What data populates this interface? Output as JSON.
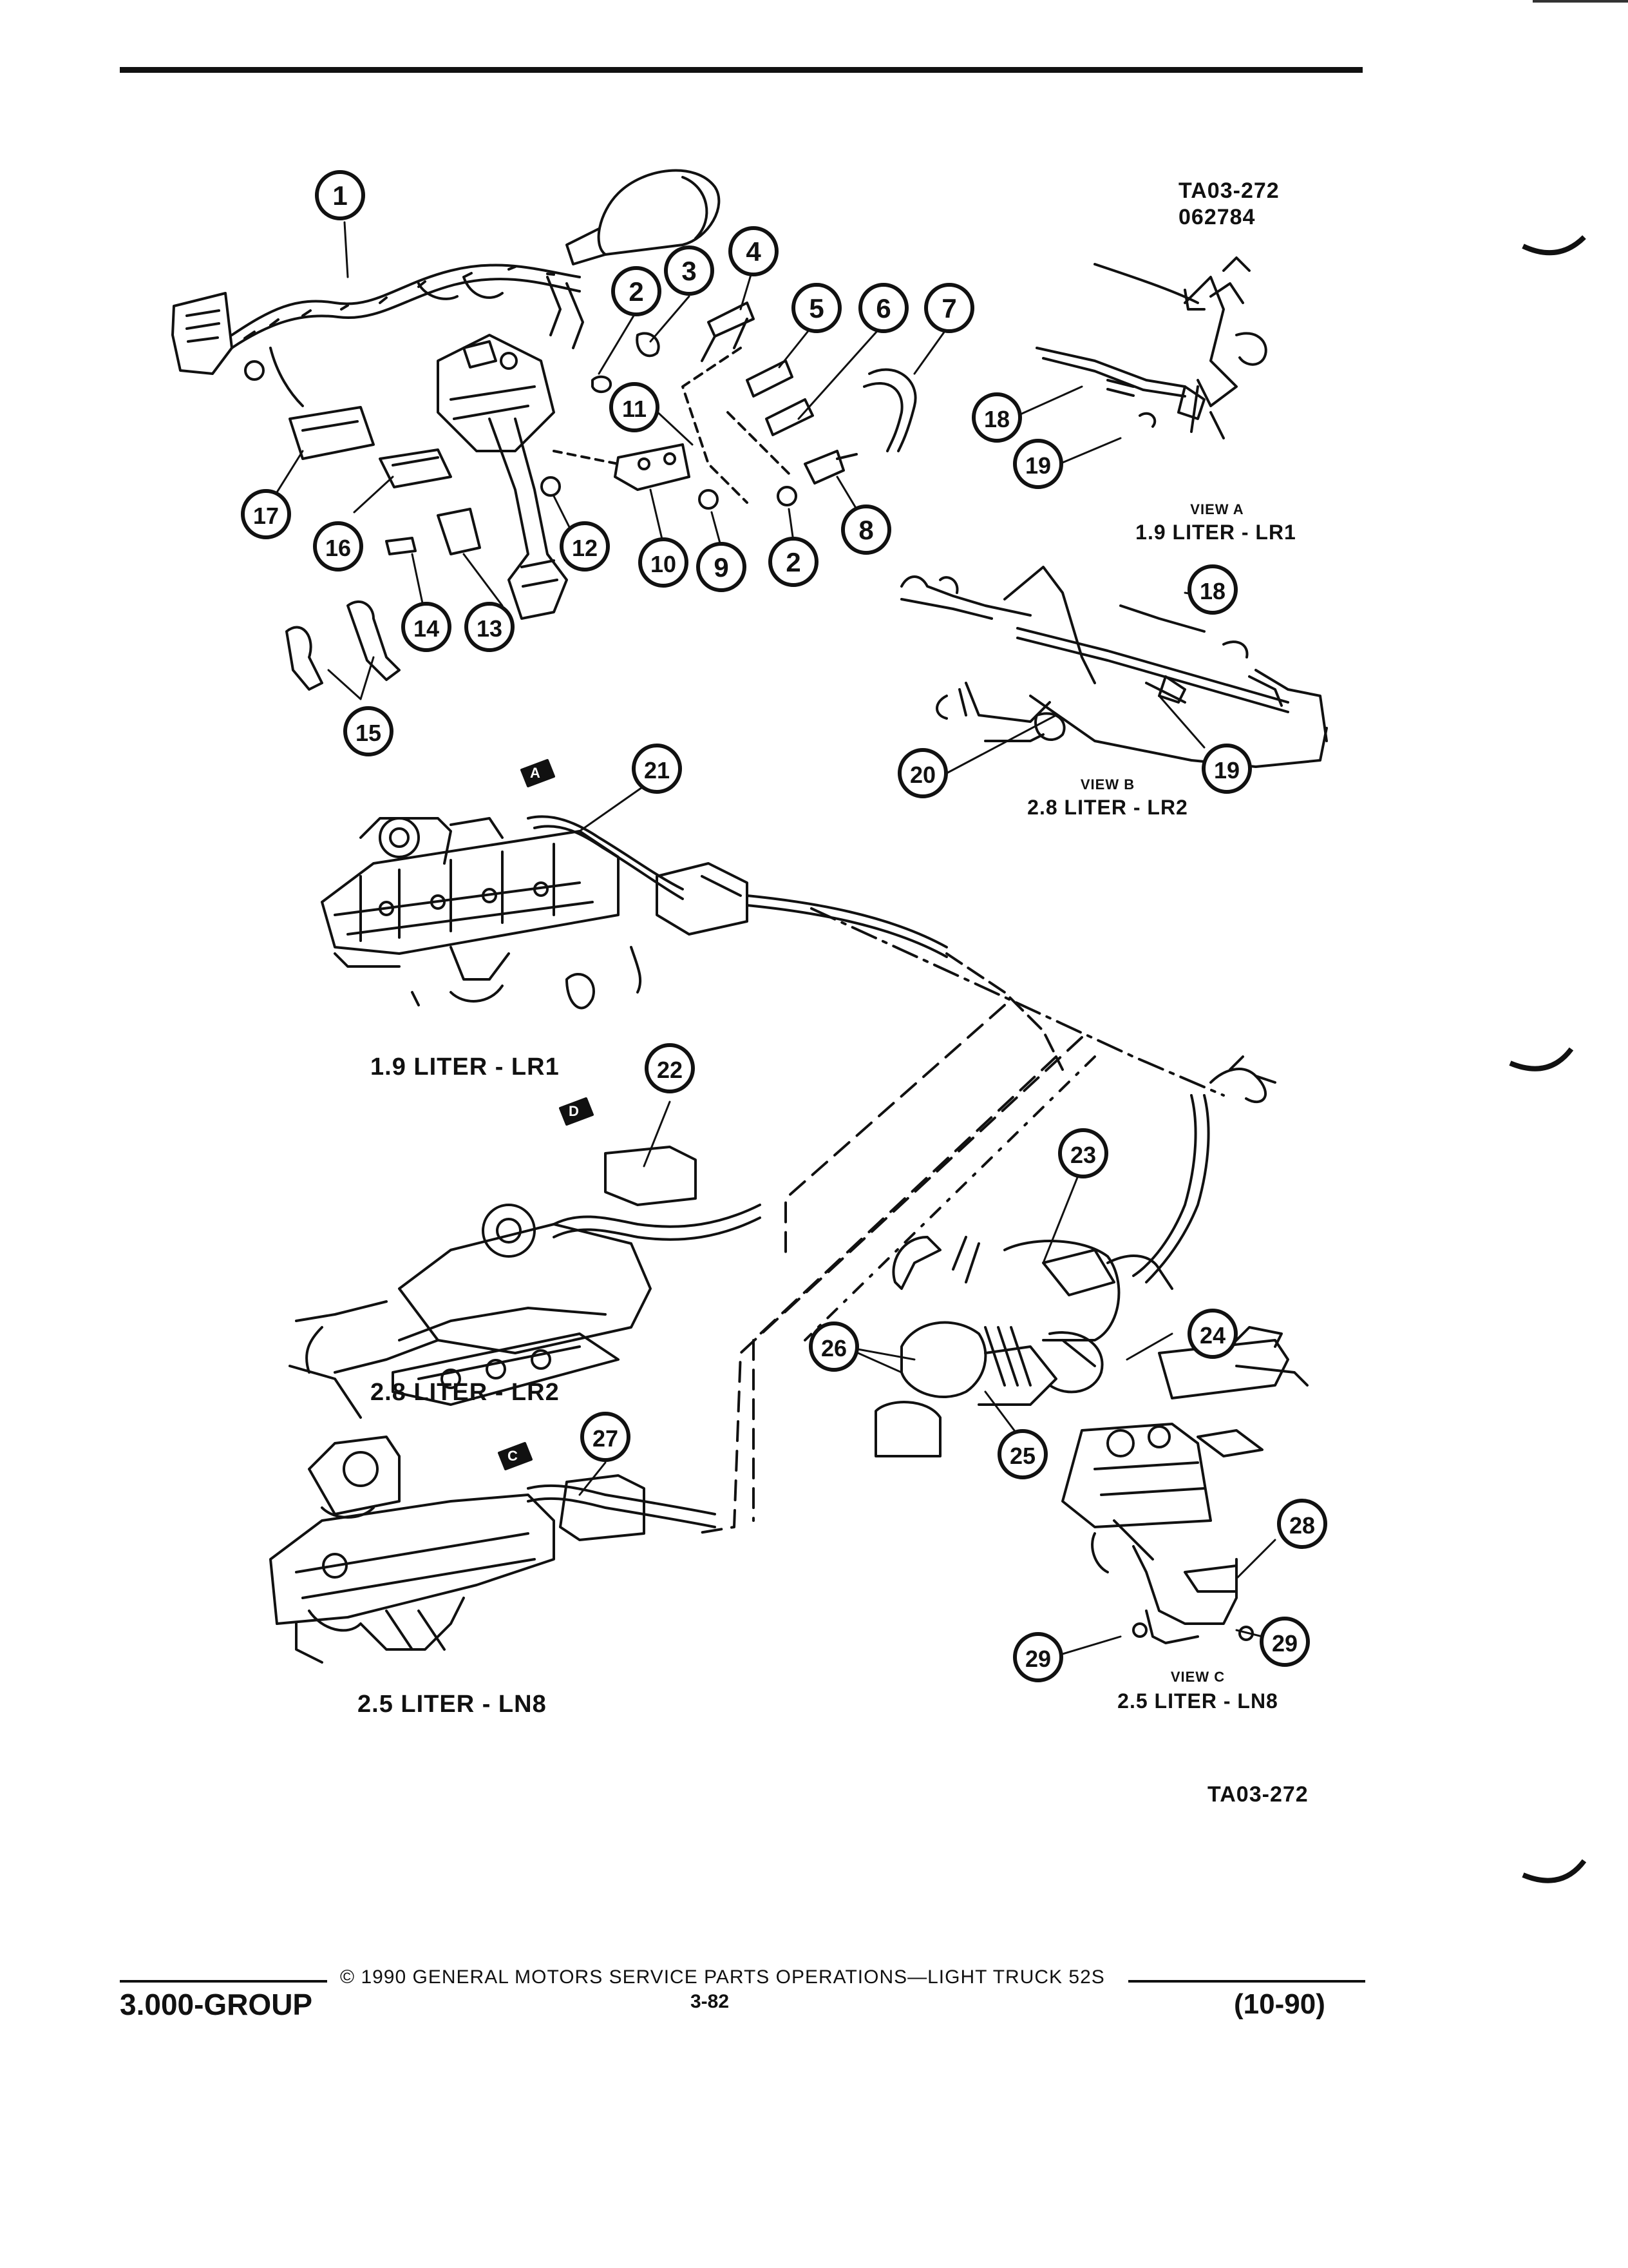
{
  "figure": {
    "ref_top": "TA03-272",
    "ref_date": "062784",
    "ref_bottom": "TA03-272",
    "callouts": [
      "1",
      "2",
      "3",
      "4",
      "5",
      "6",
      "7",
      "2",
      "8",
      "9",
      "10",
      "11",
      "12",
      "13",
      "14",
      "15",
      "16",
      "17",
      "18",
      "19",
      "18",
      "19",
      "20",
      "21",
      "22",
      "23",
      "24",
      "25",
      "26",
      "27",
      "28",
      "29",
      "29"
    ],
    "labels": {
      "view_a_title": "VIEW A",
      "view_a_engine": "1.9 LITER - LR1",
      "view_b_title": "VIEW B",
      "view_b_engine": "2.8 LITER - LR2",
      "view_c_title": "VIEW C",
      "view_c_engine": "2.5 LITER - LN8",
      "engine_lr1": "1.9 LITER - LR1",
      "engine_lr2": "2.8 LITER - LR2",
      "engine_ln8": "2.5 LITER - LN8"
    },
    "view_arrows": [
      "A",
      "D",
      "C"
    ]
  },
  "footer": {
    "group": "3.000-GROUP",
    "copyright": "© 1990 GENERAL MOTORS SERVICE PARTS OPERATIONS—LIGHT TRUCK 52S",
    "page": "3-82",
    "date": "(10-90)"
  }
}
